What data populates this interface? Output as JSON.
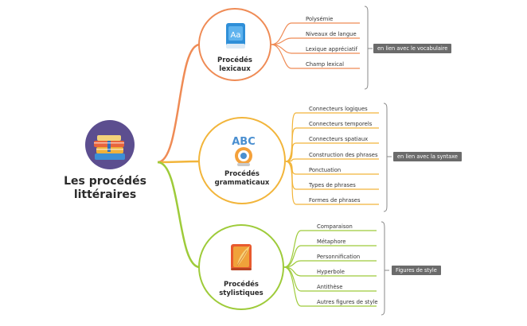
{
  "root": {
    "title_line1": "Les procédés",
    "title_line2": "littéraires",
    "icon": "books-icon"
  },
  "branches": [
    {
      "key": "lexical",
      "title_line1": "Procédés",
      "title_line2": "lexicaux",
      "icon": "dictionary-icon",
      "color": "#ef8b55",
      "items": [
        "Polysémie",
        "Niveaux de langue",
        "Lexique appréciatif",
        "Champ lexical"
      ],
      "tag": "en lien avec le vocabulaire"
    },
    {
      "key": "grammatical",
      "title_line1": "Procédés",
      "title_line2": "grammaticaux",
      "icon": "abc-letters-icon",
      "color": "#f2b53b",
      "items": [
        "Connecteurs logiques",
        "Connecteurs temporels",
        "Connecteurs spatiaux",
        "Construction des phrases",
        "Ponctuation",
        "Types de phrases",
        "Formes de phrases"
      ],
      "tag": "en lien avec la syntaxe"
    },
    {
      "key": "stylistic",
      "title_line1": "Procédés",
      "title_line2": "stylistiques",
      "icon": "quill-book-icon",
      "color": "#9ecb3a",
      "items": [
        "Comparaison",
        "Métaphore",
        "Personnification",
        "Hyperbole",
        "Antithèse",
        "Autres figures de style"
      ],
      "tag": "Figures de style"
    }
  ]
}
